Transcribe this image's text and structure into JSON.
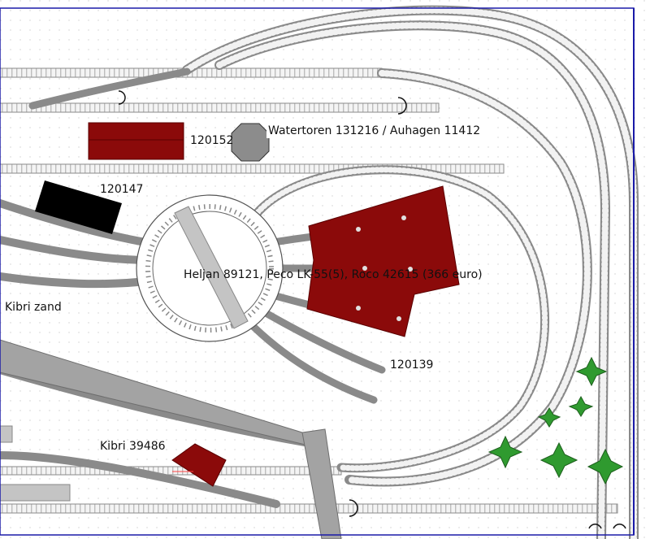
{
  "labels": {
    "watertoren": "Watertoren 131216 / Auhagen 11412",
    "code_120152": "120152",
    "code_120147": "120147",
    "turntable": "Heljan 89121, Peco LK-55(5), Roco 42615 (366 euro)",
    "kibri_zand": "Kibri zand",
    "code_120139": "120139",
    "kibri_39486": "Kibri 39486"
  },
  "colors": {
    "building": "#8b0a0a",
    "loco_shed": "#8b0a0a",
    "coal_bunker": "#000000",
    "water_tower": "#8c8c8c",
    "road": "#a3a3a3",
    "tree": "#2f9a2f",
    "track": "#9a9a9a",
    "frame": "#1a1aa8",
    "grid_dot": "#cfcfcf"
  },
  "icons": [
    "tree-icon",
    "buffer-stop-icon",
    "water-tower-icon"
  ]
}
